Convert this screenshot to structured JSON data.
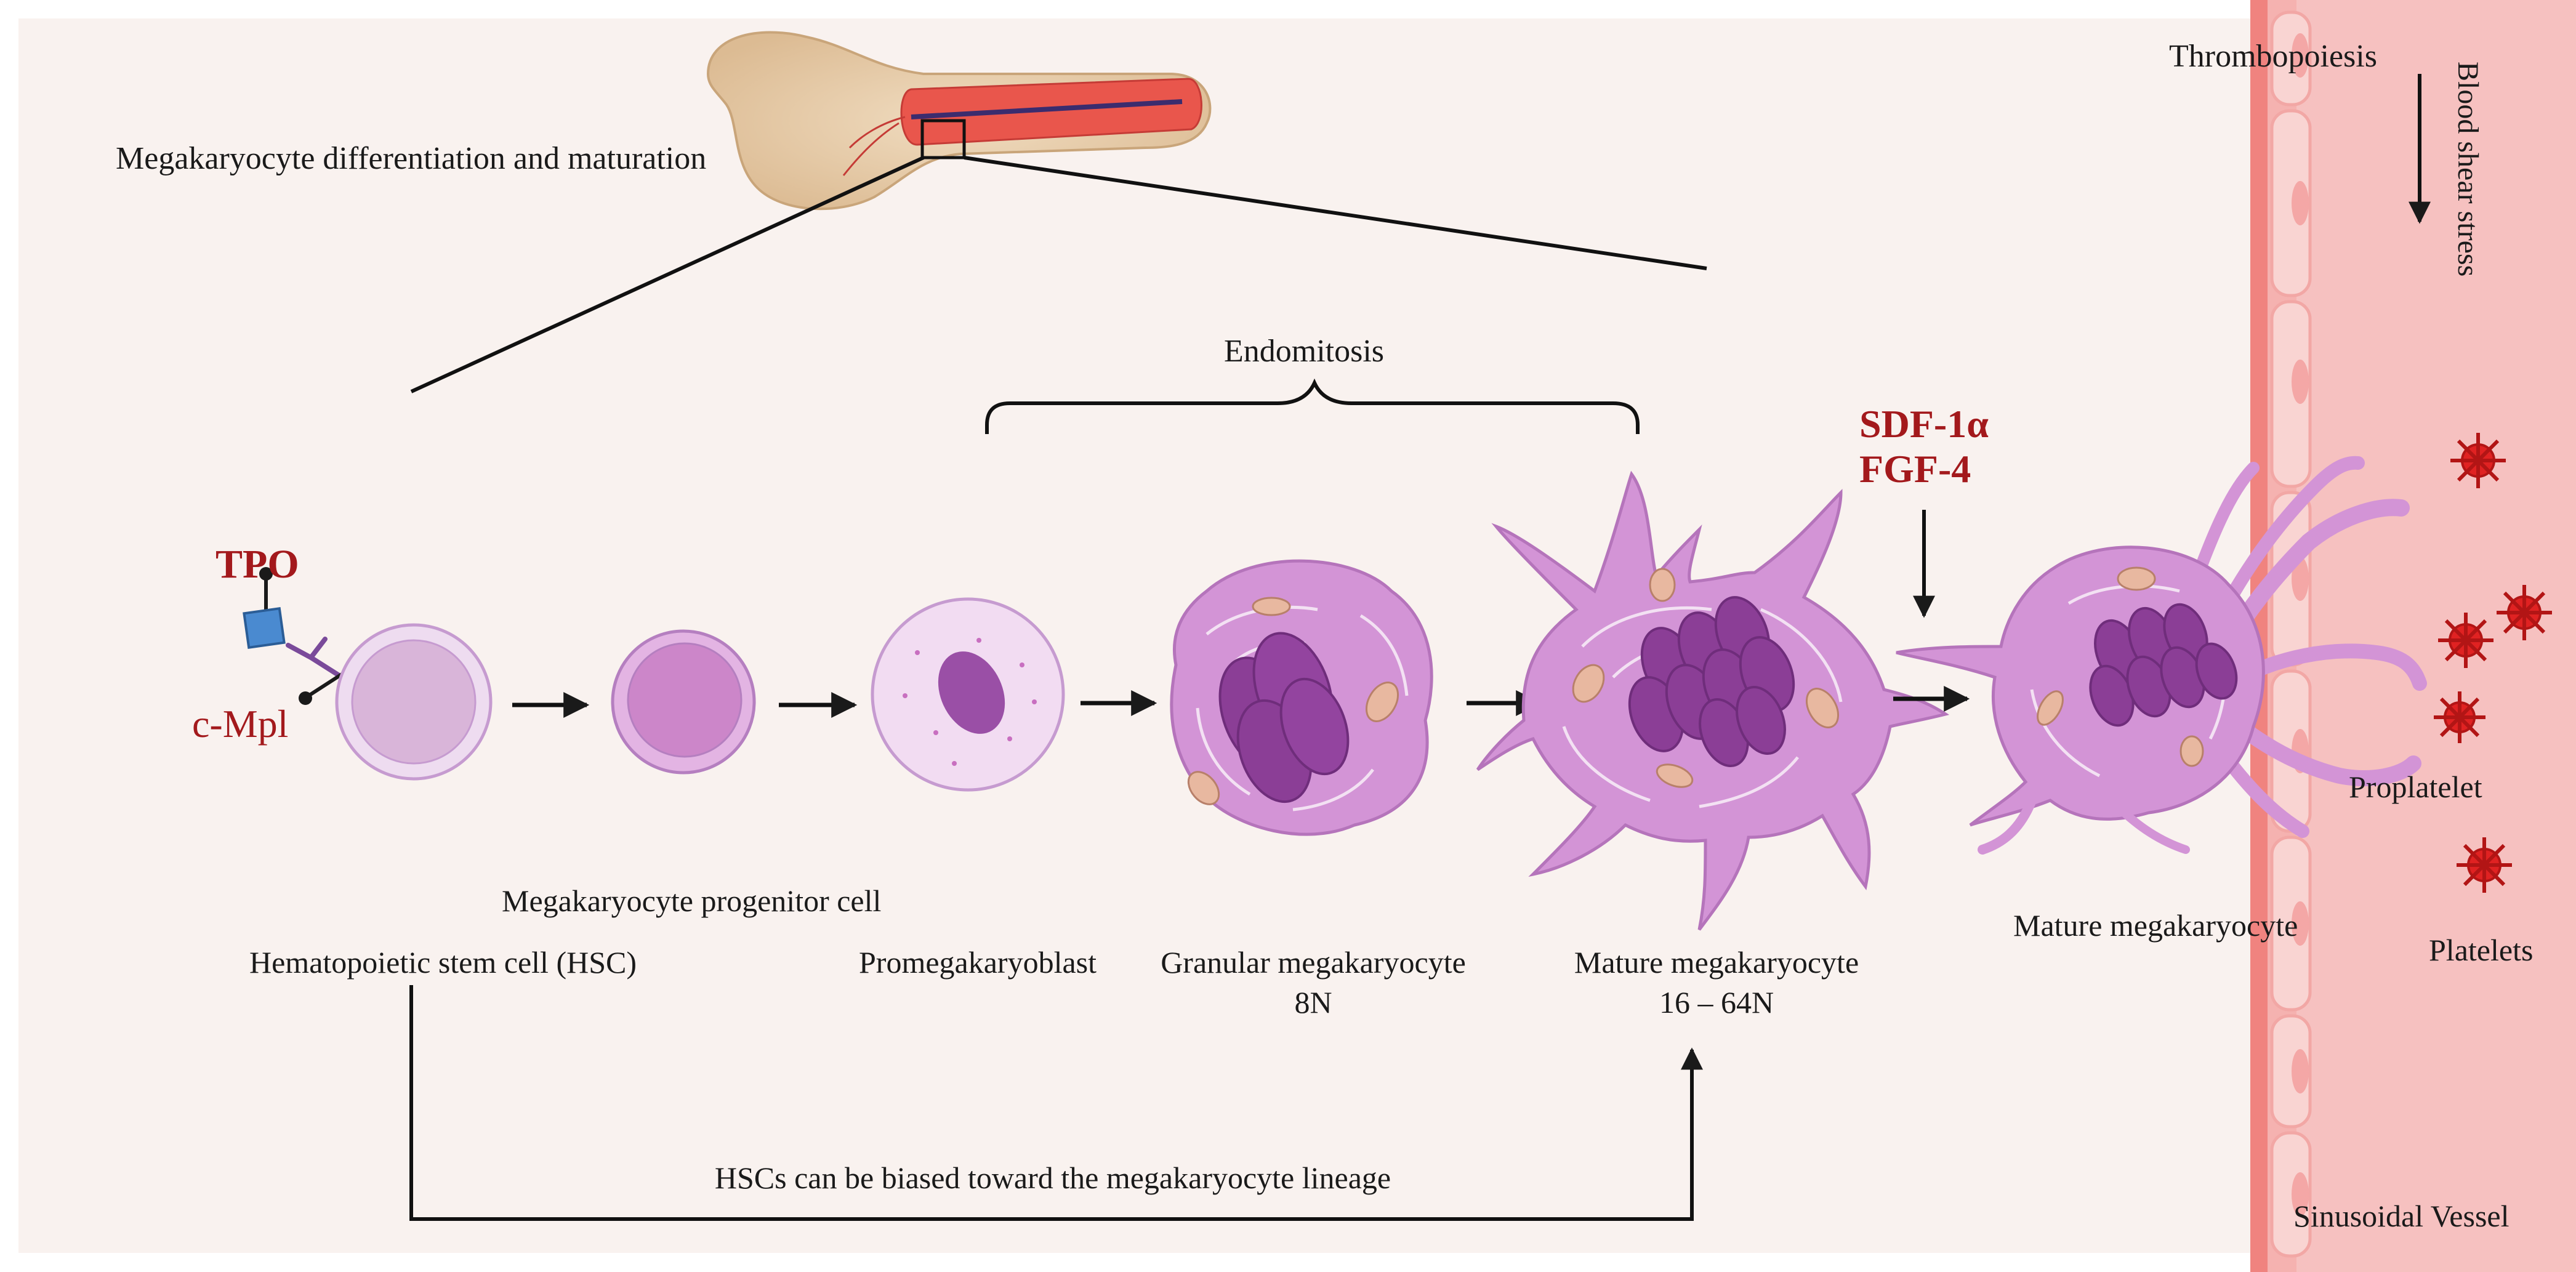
{
  "header": {
    "title": "Megakaryocyte differentiation and maturation"
  },
  "labels": {
    "endomitosis": "Endomitosis",
    "tpo": "TPO",
    "cmpl": "c-Mpl",
    "sdf": "SDF-1α",
    "fgf": "FGF-4",
    "thrombopoiesis": "Thrombopoiesis",
    "shear": "Blood shear stress",
    "proplatelet": "Proplatelet",
    "platelets": "Platelets",
    "vessel": "Sinusoidal Vessel",
    "bias": "HSCs can be biased toward the megakaryocyte lineage"
  },
  "stages": [
    {
      "name": "Hematopoietic stem cell (HSC)",
      "ploidy": ""
    },
    {
      "name": "Megakaryocyte progenitor cell",
      "ploidy": ""
    },
    {
      "name": "Promegakaryoblast",
      "ploidy": ""
    },
    {
      "name": "Granular megakaryocyte",
      "ploidy": "8N"
    },
    {
      "name": "Mature megakaryocyte",
      "ploidy": "16 – 64N"
    },
    {
      "name": "Mature megakaryocyte",
      "ploidy": ""
    }
  ],
  "colors": {
    "background": "#f9f2ef",
    "vessel_wall": "#f0837f",
    "vessel_lumen": "#f6c1c0",
    "cell_light": "#eedcf0",
    "cell_mid": "#d79ad7",
    "megakaryocyte": "#d394d6",
    "nucleus": "#8b3e96",
    "platelet": "#e02222",
    "receptor_box": "#4a8ad0",
    "text_red": "#a3191c"
  }
}
